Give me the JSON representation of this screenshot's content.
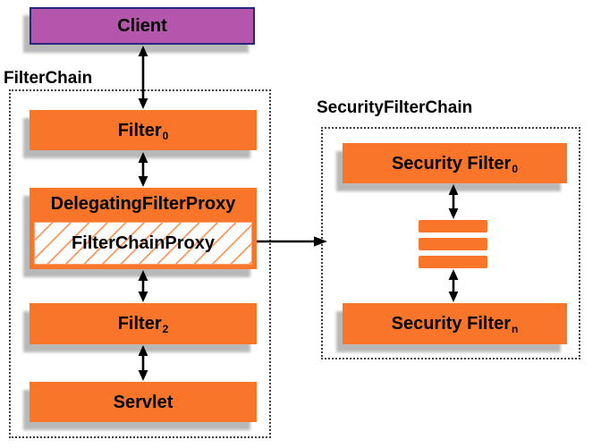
{
  "client": {
    "label": "Client"
  },
  "filter_chain": {
    "title": "FilterChain",
    "filter0": {
      "base": "Filter",
      "sub": "0"
    },
    "delegating_filter_proxy": {
      "label": "DelegatingFilterProxy"
    },
    "filter_chain_proxy": {
      "label": "FilterChainProxy"
    },
    "filter2": {
      "base": "Filter",
      "sub": "2"
    },
    "servlet": {
      "label": "Servlet"
    }
  },
  "security_filter_chain": {
    "title": "SecurityFilterChain",
    "filter0": {
      "base": "Security Filter",
      "sub": "0"
    },
    "filtern": {
      "base": "Security Filter",
      "sub": "n"
    }
  },
  "colors": {
    "box_orange": "#f8752a",
    "client_purple": "#b456ab",
    "client_border": "#26267d",
    "hatch_line_orange": "#f9a06b",
    "dashed_border": "#3f3f3f",
    "arrow": "#000000",
    "shadow": "#c6c6c6",
    "background": "#ffffff"
  }
}
